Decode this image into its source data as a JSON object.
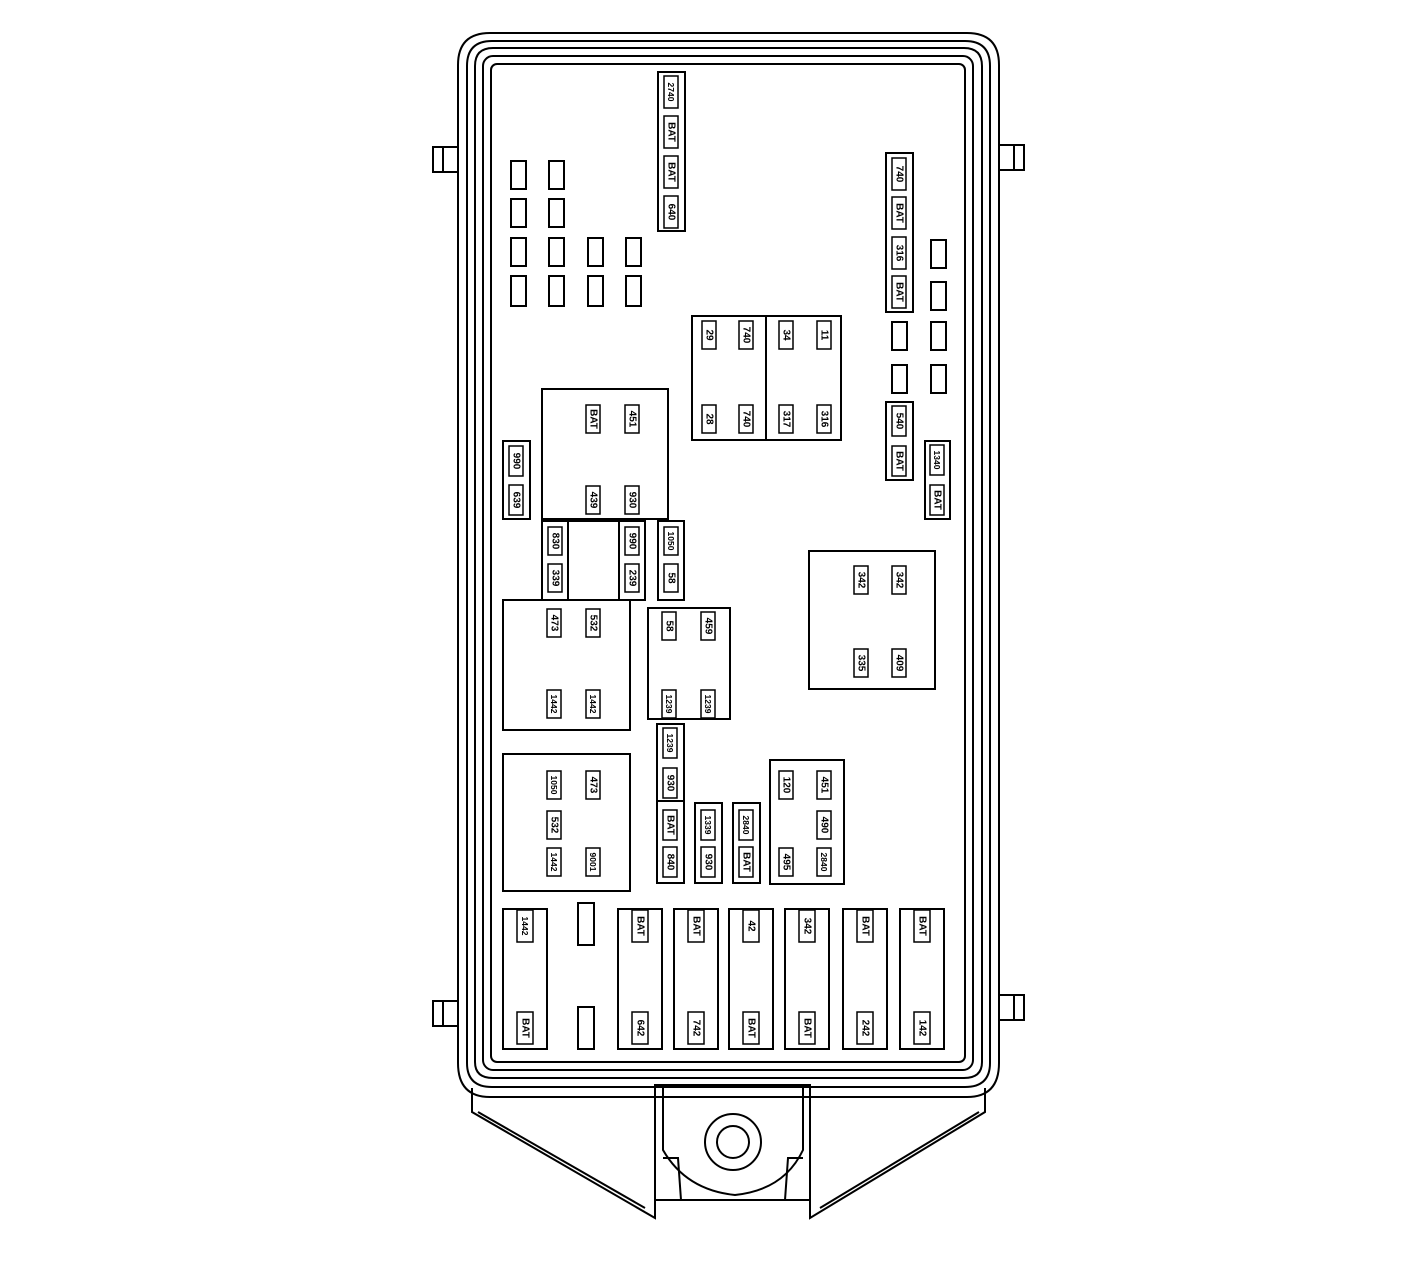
{
  "colors": {
    "stroke": "#000000",
    "background": "#ffffff"
  },
  "strip_a": [
    "2740",
    "BAT",
    "BAT",
    "640"
  ],
  "strip_b": [
    "740",
    "BAT",
    "316",
    "BAT"
  ],
  "strip_c": [
    "540",
    "BAT"
  ],
  "strip_d": [
    "1340",
    "BAT"
  ],
  "strip_e": [
    "990",
    "639"
  ],
  "strip_f": [
    "830",
    "339"
  ],
  "strip_g": [
    "990",
    "239"
  ],
  "strip_h": [
    "1050",
    "58"
  ],
  "strip_i": [
    "1239",
    "930"
  ],
  "strip_j": [
    "BAT",
    "840"
  ],
  "strip_k": [
    "1339",
    "930"
  ],
  "strip_l": [
    "2840",
    "BAT"
  ],
  "relay_top_left": [
    "29",
    "740",
    "28",
    "740"
  ],
  "relay_top_right": [
    "34",
    "11",
    "317",
    "316"
  ],
  "relay_mid": [
    "BAT",
    "451",
    "439",
    "930"
  ],
  "relay_right": [
    "342",
    "342",
    "335",
    "409"
  ],
  "relay_left_a": [
    "473",
    "532",
    "1442",
    "1442"
  ],
  "relay_small": [
    "58",
    "459",
    "1239",
    "1239"
  ],
  "relay_left_b": [
    "1050",
    "473",
    "532",
    "1442",
    "9001"
  ],
  "relay_lower": [
    "120",
    "451",
    "490",
    "495",
    "2840"
  ],
  "maxi_fuses": [
    [
      "1442",
      "BAT"
    ],
    [
      "BAT",
      "642"
    ],
    [
      "BAT",
      "742"
    ],
    [
      "42",
      "BAT"
    ],
    [
      "342",
      "BAT"
    ],
    [
      "BAT",
      "242"
    ],
    [
      "BAT",
      "142"
    ]
  ]
}
